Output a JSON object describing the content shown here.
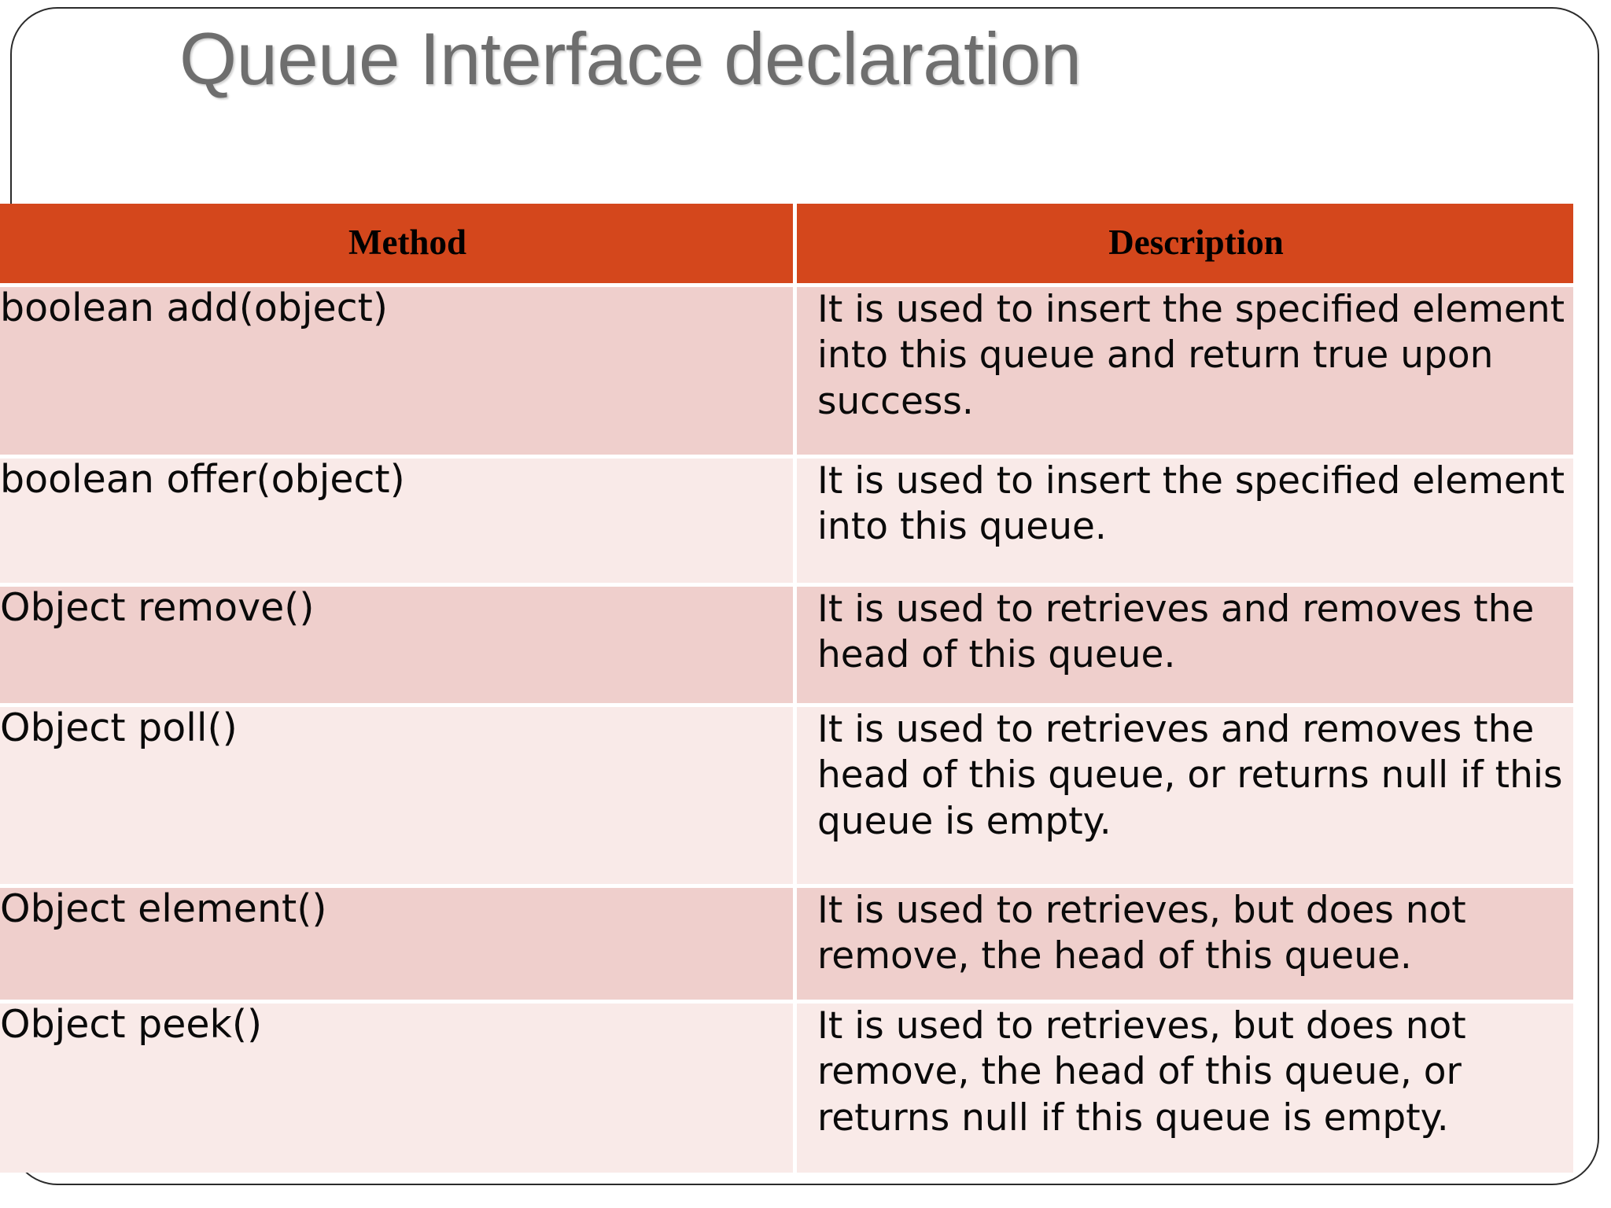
{
  "slide": {
    "title": "Queue Interface declaration",
    "title_color": "#6e6e6e",
    "header_bg": "#d4471c",
    "row_shade_dark": "#efcfcc",
    "row_shade_light": "#f9eae8",
    "border_color": "#2b2b2b"
  },
  "table": {
    "columns": [
      {
        "key": "method",
        "label": "Method"
      },
      {
        "key": "description",
        "label": "Description"
      }
    ],
    "rows": [
      {
        "method": "boolean add(object)",
        "description": "It is used to insert the specified element into this queue and return true upon success."
      },
      {
        "method": "boolean offer(object)",
        "description": "It is used to insert the specified element into this queue."
      },
      {
        "method": "Object remove()",
        "description": "It is used to retrieves and removes the head of this queue."
      },
      {
        "method": "Object poll()",
        "description": "It is used to retrieves and removes the head of this queue, or returns null if this queue is empty."
      },
      {
        "method": "Object element()",
        "description": "It is used to retrieves, but does not remove, the head of this queue."
      },
      {
        "method": "Object peek()",
        "description": "It is used to retrieves, but does not remove, the head of this queue, or returns null if this queue is empty."
      }
    ]
  }
}
